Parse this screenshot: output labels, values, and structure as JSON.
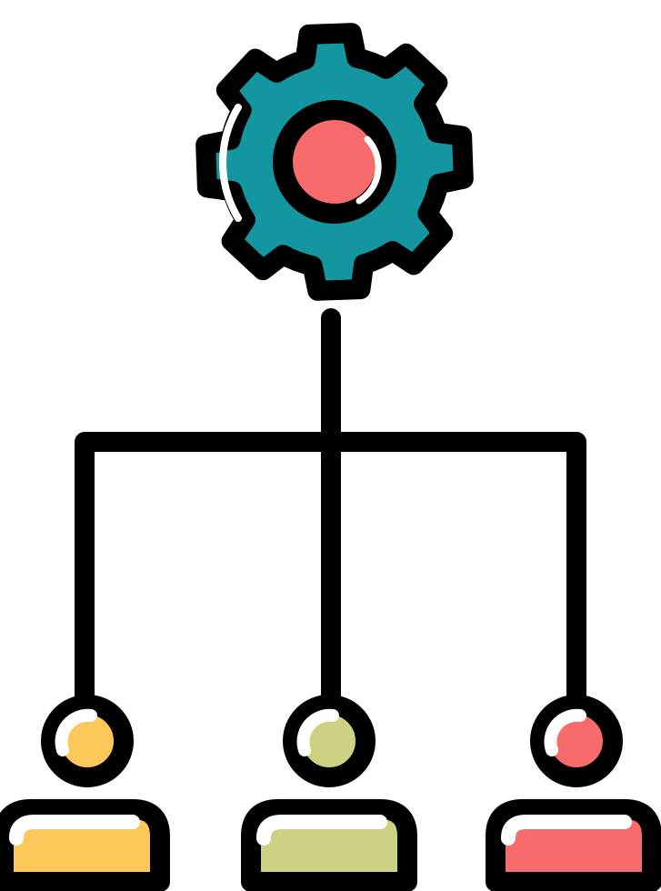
{
  "icon": {
    "name": "team-management-icon",
    "colors": {
      "outline": "#000000",
      "background": "#ffffff",
      "gear": "#13969f",
      "gear_hub": "#f86b6b",
      "person_left": "#fdc85a",
      "person_middle": "#cdd283",
      "person_right": "#f86b6b",
      "highlight": "#ffffff"
    },
    "people": [
      {
        "name": "person-left",
        "color_key": "person_left"
      },
      {
        "name": "person-middle",
        "color_key": "person_middle"
      },
      {
        "name": "person-right",
        "color_key": "person_right"
      }
    ]
  }
}
